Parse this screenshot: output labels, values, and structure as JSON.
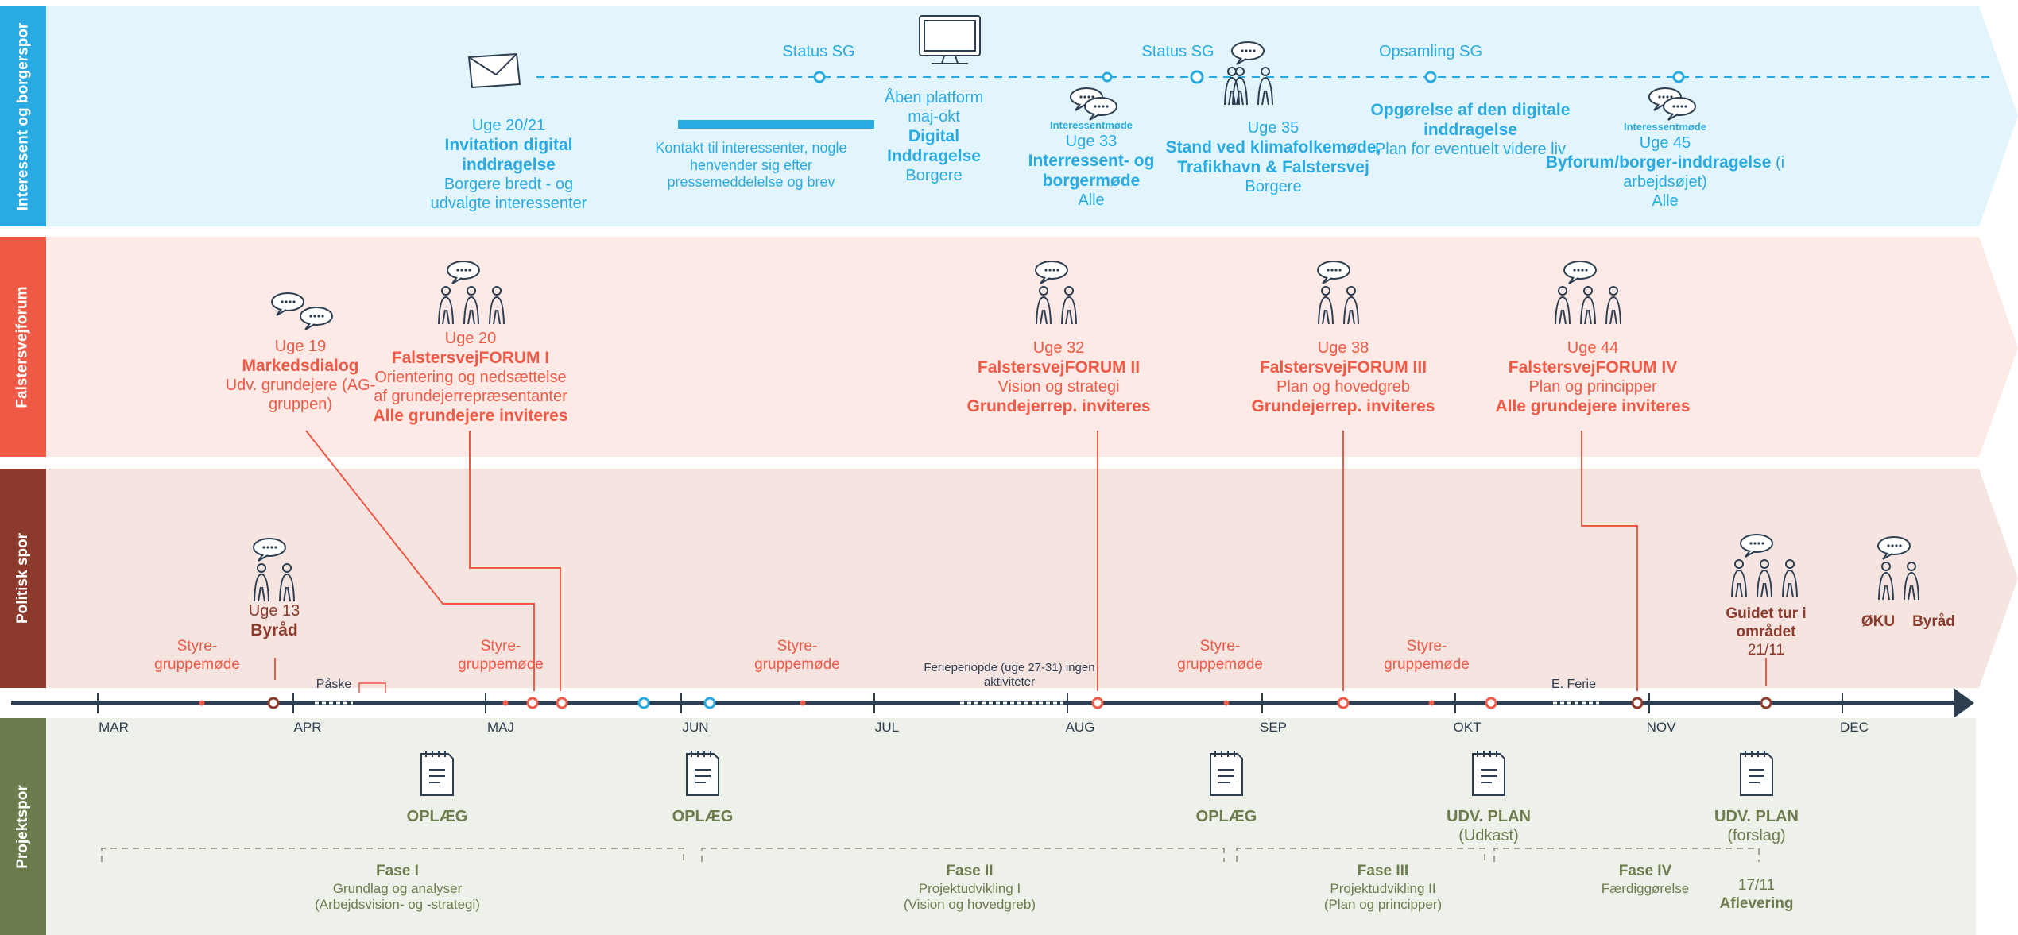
{
  "colors": {
    "blue": "#29abe2",
    "blue_bg": "#e2f4fc",
    "red": "#ef5a46",
    "red_bg": "#fde9e5",
    "darkred": "#8b3a2b",
    "darkred_bg": "#f6e4e1",
    "green": "#6b7d4d",
    "green_bg": "#eef0ea",
    "navy": "#2c3e50",
    "gray": "#555555"
  },
  "bands": {
    "interessent": "Interessent og borgerspor",
    "falstersvej": "Falstersvejforum",
    "politisk": "Politisk spor",
    "projekt": "Projektspor"
  },
  "interessent": {
    "status_sg_1": "Status SG",
    "status_sg_2": "Status SG",
    "opsamling_sg": "Opsamling SG",
    "invitation": {
      "uge": "Uge 20/21",
      "title": "Invitation digital inddragelse",
      "body": "Borgere bredt - og udvalgte interessenter"
    },
    "kontakt": "Kontakt til interessenter, nogle henvender sig efter pressemeddelelse og brev",
    "platform": {
      "line1": "Åben platform",
      "line2": "maj-okt",
      "title": "Digital Inddragelse",
      "body": "Borgere"
    },
    "uge33": {
      "tag": "Interessentmøde",
      "uge": "Uge 33",
      "title": "Interressent- og borgermøde",
      "body": "Alle"
    },
    "uge35": {
      "uge": "Uge 35",
      "title": "Stand ved klimafolkemøde, Trafikhavn & Falstersvej",
      "body": "Borgere"
    },
    "opgorelse": {
      "title": "Opgørelse af den digitale inddragelse",
      "body": "Plan for eventuelt videre liv"
    },
    "uge45": {
      "tag": "Interessentmøde",
      "uge": "Uge 45",
      "title": "Byforum/borger-inddragelse",
      "note": "(i arbejdsøjet)",
      "body": "Alle"
    }
  },
  "falstersvej": {
    "uge19": {
      "uge": "Uge 19",
      "title": "Markedsdialog",
      "body": "Udv. grundejere (AG-gruppen)"
    },
    "uge20": {
      "uge": "Uge 20",
      "title": "FalstersvejFORUM I",
      "body": "Orientering og nedsættelse af grundejerrepræsentanter",
      "invite": "Alle grundejere inviteres"
    },
    "uge32": {
      "uge": "Uge 32",
      "title": "FalstersvejFORUM II",
      "body": "Vision og strategi",
      "invite": "Grundejerrep. inviteres"
    },
    "uge38": {
      "uge": "Uge 38",
      "title": "FalstersvejFORUM III",
      "body": "Plan og hovedgreb",
      "invite": "Grundejerrep. inviteres"
    },
    "uge44": {
      "uge": "Uge 44",
      "title": "FalstersvejFORUM IV",
      "body": "Plan og principper",
      "invite": "Alle grundejere inviteres"
    }
  },
  "politisk": {
    "uge13": {
      "uge": "Uge 13",
      "title": "Byråd"
    },
    "styre1": "Styre- gruppemøde",
    "paaske": "Påske",
    "styre2": "Styre- gruppemøde",
    "styre3": "Styre- gruppemøde",
    "ferie": "Ferieperiopde (uge 27-31) ingen aktiviteter",
    "styre4": "Styre- gruppemøde",
    "styre5": "Styre- gruppemøde",
    "eferie": "E. Ferie",
    "guidet": {
      "title": "Guidet tur i området",
      "date": "21/11"
    },
    "oku": "ØKU",
    "byraad": "Byråd"
  },
  "months": [
    "MAR",
    "APR",
    "MAJ",
    "JUN",
    "JUL",
    "AUG",
    "SEP",
    "OKT",
    "NOV",
    "DEC"
  ],
  "projekt": {
    "doc1": "OPLÆG",
    "doc2": "OPLÆG",
    "doc3": "OPLÆG",
    "doc4": {
      "title": "UDV. PLAN",
      "sub": "(Udkast)"
    },
    "doc5": {
      "title": "UDV. PLAN",
      "sub": "(forslag)"
    },
    "fase1": {
      "title": "Fase I",
      "l1": "Grundlag og analyser",
      "l2": "(Arbejdsvision- og -strategi)"
    },
    "fase2": {
      "title": "Fase II",
      "l1": "Projektudvikling I",
      "l2": "(Vision og hovedgreb)"
    },
    "fase3": {
      "title": "Fase III",
      "l1": "Projektudvikling II",
      "l2": "(Plan og principper)"
    },
    "fase4": {
      "title": "Fase IV",
      "l1": "Færdiggørelse"
    },
    "aflevering": {
      "date": "17/11",
      "title": "Aflevering"
    }
  }
}
